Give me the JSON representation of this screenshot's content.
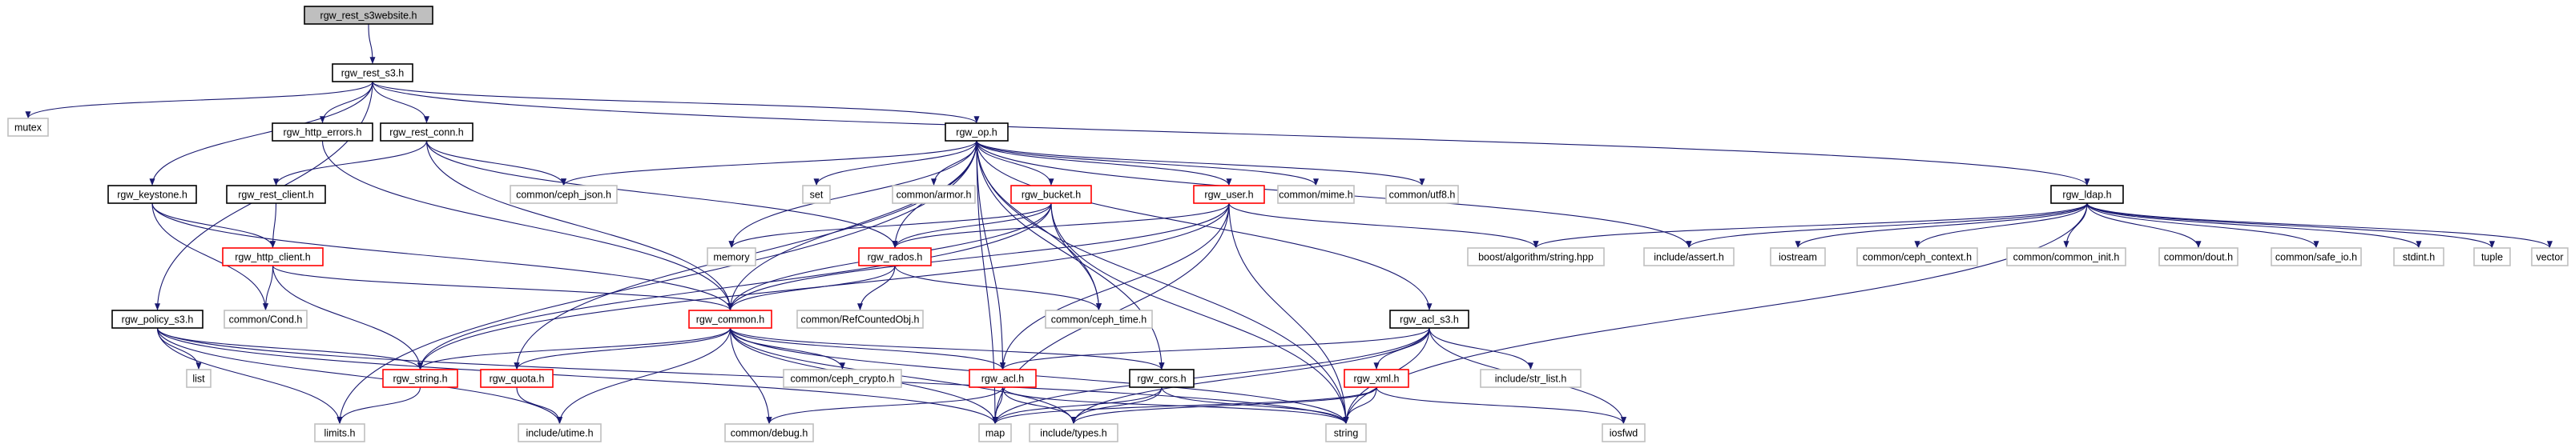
{
  "colors": {
    "edge": "#191970",
    "root_fill": "#bfbfbf",
    "root_border": "#000000",
    "node_fill": "#ffffff",
    "node_border": "#000000",
    "incomplete_border": "#ff0000",
    "system_border": "#bfbfbf",
    "system_text": "#404040"
  },
  "nodes": [
    {
      "id": "rgw_rest_s3website",
      "label": "rgw_rest_s3website.h",
      "kind": "root"
    },
    {
      "id": "rgw_rest_s3",
      "label": "rgw_rest_s3.h",
      "kind": "normal"
    },
    {
      "id": "mutex",
      "label": "mutex",
      "kind": "system"
    },
    {
      "id": "rgw_http_errors",
      "label": "rgw_http_errors.h",
      "kind": "normal"
    },
    {
      "id": "rgw_rest_conn",
      "label": "rgw_rest_conn.h",
      "kind": "normal"
    },
    {
      "id": "rgw_op",
      "label": "rgw_op.h",
      "kind": "normal"
    },
    {
      "id": "rgw_ldap",
      "label": "rgw_ldap.h",
      "kind": "normal"
    },
    {
      "id": "rgw_keystone",
      "label": "rgw_keystone.h",
      "kind": "normal"
    },
    {
      "id": "rgw_rest_client",
      "label": "rgw_rest_client.h",
      "kind": "normal"
    },
    {
      "id": "ceph_json",
      "label": "common/ceph_json.h",
      "kind": "system"
    },
    {
      "id": "set",
      "label": "set",
      "kind": "system"
    },
    {
      "id": "armor",
      "label": "common/armor.h",
      "kind": "system"
    },
    {
      "id": "mime",
      "label": "common/mime.h",
      "kind": "system"
    },
    {
      "id": "utf8",
      "label": "common/utf8.h",
      "kind": "system"
    },
    {
      "id": "rgw_bucket",
      "label": "rgw_bucket.h",
      "kind": "incomplete"
    },
    {
      "id": "rgw_user",
      "label": "rgw_user.h",
      "kind": "incomplete"
    },
    {
      "id": "rgw_http_client",
      "label": "rgw_http_client.h",
      "kind": "incomplete"
    },
    {
      "id": "memory",
      "label": "memory",
      "kind": "system"
    },
    {
      "id": "rgw_rados",
      "label": "rgw_rados.h",
      "kind": "incomplete"
    },
    {
      "id": "string_hpp",
      "label": "boost/algorithm/string.hpp",
      "kind": "system"
    },
    {
      "id": "assert",
      "label": "include/assert.h",
      "kind": "system"
    },
    {
      "id": "iostream",
      "label": "iostream",
      "kind": "system"
    },
    {
      "id": "ceph_context",
      "label": "common/ceph_context.h",
      "kind": "system"
    },
    {
      "id": "common_init",
      "label": "common/common_init.h",
      "kind": "system"
    },
    {
      "id": "dout",
      "label": "common/dout.h",
      "kind": "system"
    },
    {
      "id": "safe_io",
      "label": "common/safe_io.h",
      "kind": "system"
    },
    {
      "id": "stdint",
      "label": "stdint.h",
      "kind": "system"
    },
    {
      "id": "tuple",
      "label": "tuple",
      "kind": "system"
    },
    {
      "id": "vector",
      "label": "vector",
      "kind": "system"
    },
    {
      "id": "cond",
      "label": "common/Cond.h",
      "kind": "system"
    },
    {
      "id": "rgw_common",
      "label": "rgw_common.h",
      "kind": "incomplete"
    },
    {
      "id": "refcounted",
      "label": "common/RefCountedObj.h",
      "kind": "system"
    },
    {
      "id": "ceph_time",
      "label": "common/ceph_time.h",
      "kind": "system"
    },
    {
      "id": "rgw_policy_s3",
      "label": "rgw_policy_s3.h",
      "kind": "normal"
    },
    {
      "id": "rgw_acl_s3",
      "label": "rgw_acl_s3.h",
      "kind": "normal"
    },
    {
      "id": "list",
      "label": "list",
      "kind": "system"
    },
    {
      "id": "rgw_string",
      "label": "rgw_string.h",
      "kind": "incomplete"
    },
    {
      "id": "rgw_quota",
      "label": "rgw_quota.h",
      "kind": "incomplete"
    },
    {
      "id": "ceph_crypto",
      "label": "common/ceph_crypto.h",
      "kind": "system"
    },
    {
      "id": "rgw_acl",
      "label": "rgw_acl.h",
      "kind": "incomplete"
    },
    {
      "id": "rgw_cors",
      "label": "rgw_cors.h",
      "kind": "normal"
    },
    {
      "id": "rgw_xml",
      "label": "rgw_xml.h",
      "kind": "incomplete"
    },
    {
      "id": "str_list",
      "label": "include/str_list.h",
      "kind": "system"
    },
    {
      "id": "limits",
      "label": "limits.h",
      "kind": "system"
    },
    {
      "id": "utime",
      "label": "include/utime.h",
      "kind": "system"
    },
    {
      "id": "debug",
      "label": "common/debug.h",
      "kind": "system"
    },
    {
      "id": "map",
      "label": "map",
      "kind": "system"
    },
    {
      "id": "types",
      "label": "include/types.h",
      "kind": "system"
    },
    {
      "id": "string",
      "label": "string",
      "kind": "system"
    },
    {
      "id": "iosfwd",
      "label": "iosfwd",
      "kind": "system"
    }
  ],
  "edges": [
    [
      "rgw_rest_s3website",
      "rgw_rest_s3"
    ],
    [
      "rgw_rest_s3",
      "mutex"
    ],
    [
      "rgw_rest_s3",
      "rgw_http_errors"
    ],
    [
      "rgw_rest_s3",
      "rgw_rest_conn"
    ],
    [
      "rgw_rest_s3",
      "rgw_op"
    ],
    [
      "rgw_rest_s3",
      "rgw_ldap"
    ],
    [
      "rgw_rest_s3",
      "rgw_keystone"
    ],
    [
      "rgw_rest_s3",
      "rgw_policy_s3"
    ],
    [
      "rgw_rest_s3",
      "include_assert_dummy"
    ],
    [
      "rgw_http_errors",
      "rgw_common"
    ],
    [
      "rgw_rest_conn",
      "rgw_rest_client"
    ],
    [
      "rgw_rest_conn",
      "ceph_json"
    ],
    [
      "rgw_rest_conn",
      "rgw_rados"
    ],
    [
      "rgw_rest_conn",
      "rgw_common"
    ],
    [
      "rgw_op",
      "ceph_json"
    ],
    [
      "rgw_op",
      "set"
    ],
    [
      "rgw_op",
      "armor"
    ],
    [
      "rgw_op",
      "mime"
    ],
    [
      "rgw_op",
      "utf8"
    ],
    [
      "rgw_op",
      "rgw_bucket"
    ],
    [
      "rgw_op",
      "rgw_user"
    ],
    [
      "rgw_op",
      "memory"
    ],
    [
      "rgw_op",
      "rgw_rados"
    ],
    [
      "rgw_op",
      "assert"
    ],
    [
      "rgw_op",
      "rgw_common"
    ],
    [
      "rgw_op",
      "ceph_time"
    ],
    [
      "rgw_op",
      "rgw_acl"
    ],
    [
      "rgw_op",
      "rgw_cors"
    ],
    [
      "rgw_op",
      "rgw_quota"
    ],
    [
      "rgw_op",
      "limits"
    ],
    [
      "rgw_op",
      "map"
    ],
    [
      "rgw_op",
      "string"
    ],
    [
      "rgw_op",
      "rgw_acl_s3"
    ],
    [
      "rgw_ldap",
      "string_hpp"
    ],
    [
      "rgw_ldap",
      "assert"
    ],
    [
      "rgw_ldap",
      "iostream"
    ],
    [
      "rgw_ldap",
      "ceph_context"
    ],
    [
      "rgw_ldap",
      "common_init"
    ],
    [
      "rgw_ldap",
      "dout"
    ],
    [
      "rgw_ldap",
      "safe_io"
    ],
    [
      "rgw_ldap",
      "stdint"
    ],
    [
      "rgw_ldap",
      "tuple"
    ],
    [
      "rgw_ldap",
      "vector"
    ],
    [
      "rgw_ldap",
      "string"
    ],
    [
      "rgw_keystone",
      "rgw_http_client"
    ],
    [
      "rgw_keystone",
      "cond"
    ],
    [
      "rgw_keystone",
      "rgw_common"
    ],
    [
      "rgw_rest_client",
      "rgw_http_client"
    ],
    [
      "rgw_http_client",
      "rgw_common"
    ],
    [
      "rgw_http_client",
      "cond"
    ],
    [
      "rgw_http_client",
      "rgw_string"
    ],
    [
      "rgw_bucket",
      "memory"
    ],
    [
      "rgw_bucket",
      "rgw_rados"
    ],
    [
      "rgw_bucket",
      "rgw_common"
    ],
    [
      "rgw_bucket",
      "ceph_time"
    ],
    [
      "rgw_bucket",
      "rgw_string"
    ],
    [
      "rgw_bucket",
      "string"
    ],
    [
      "rgw_user",
      "string_hpp"
    ],
    [
      "rgw_user",
      "rgw_rados"
    ],
    [
      "rgw_user",
      "rgw_common"
    ],
    [
      "rgw_user",
      "rgw_acl"
    ],
    [
      "rgw_user",
      "string"
    ],
    [
      "rgw_user",
      "map"
    ],
    [
      "rgw_user",
      "rgw_string"
    ],
    [
      "rgw_rados",
      "rgw_common"
    ],
    [
      "rgw_rados",
      "ceph_time"
    ],
    [
      "rgw_rados",
      "refcounted"
    ],
    [
      "rgw_common",
      "rgw_string"
    ],
    [
      "rgw_common",
      "rgw_quota"
    ],
    [
      "rgw_common",
      "ceph_crypto"
    ],
    [
      "rgw_common",
      "rgw_acl"
    ],
    [
      "rgw_common",
      "rgw_cors"
    ],
    [
      "rgw_common",
      "utime"
    ],
    [
      "rgw_common",
      "debug"
    ],
    [
      "rgw_common",
      "map"
    ],
    [
      "rgw_common",
      "types"
    ],
    [
      "rgw_common",
      "string"
    ],
    [
      "rgw_policy_s3",
      "list"
    ],
    [
      "rgw_policy_s3",
      "limits"
    ],
    [
      "rgw_policy_s3",
      "utime"
    ],
    [
      "rgw_policy_s3",
      "rgw_string"
    ],
    [
      "rgw_policy_s3",
      "map"
    ],
    [
      "rgw_policy_s3",
      "string"
    ],
    [
      "rgw_acl_s3",
      "rgw_acl"
    ],
    [
      "rgw_acl_s3",
      "rgw_xml"
    ],
    [
      "rgw_acl_s3",
      "str_list"
    ],
    [
      "rgw_acl_s3",
      "map"
    ],
    [
      "rgw_acl_s3",
      "string"
    ],
    [
      "rgw_acl_s3",
      "iosfwd"
    ],
    [
      "rgw_acl_s3",
      "types"
    ],
    [
      "rgw_string",
      "limits"
    ],
    [
      "rgw_quota",
      "utime"
    ],
    [
      "rgw_acl",
      "map"
    ],
    [
      "rgw_acl",
      "string"
    ],
    [
      "rgw_acl",
      "types"
    ],
    [
      "rgw_acl",
      "debug"
    ],
    [
      "rgw_cors",
      "map"
    ],
    [
      "rgw_cors",
      "string"
    ],
    [
      "rgw_cors",
      "types"
    ],
    [
      "rgw_xml",
      "map"
    ],
    [
      "rgw_xml",
      "string"
    ],
    [
      "rgw_xml",
      "iosfwd"
    ],
    [
      "rgw_xml",
      "types"
    ]
  ]
}
